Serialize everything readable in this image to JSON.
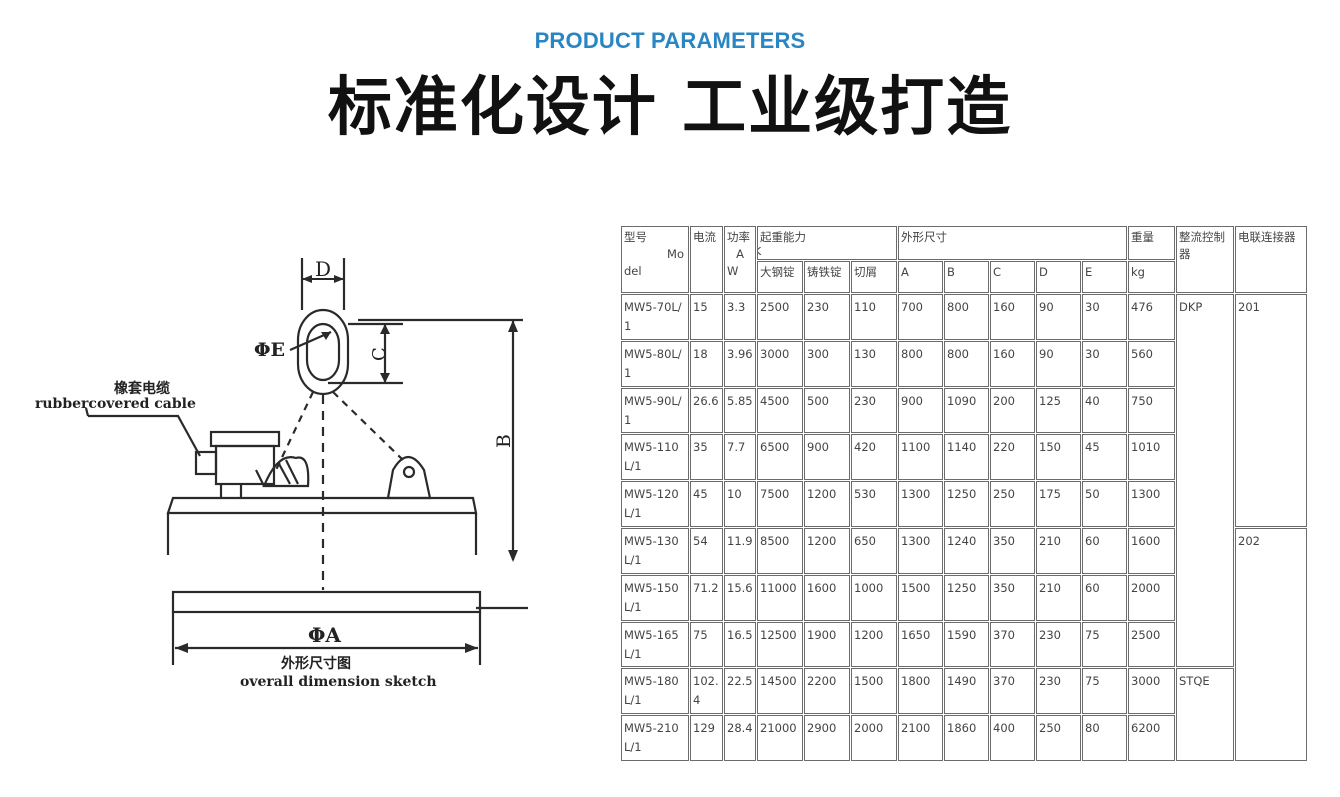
{
  "header": {
    "eyebrow": "PRODUCT PARAMETERS",
    "title": "标准化设计 工业级打造"
  },
  "sketch": {
    "label_d": "D",
    "label_phi_e": "ΦE",
    "label_c": "C",
    "label_b": "B",
    "label_phi_a": "ΦA",
    "cable_cn": "橡套电缆",
    "cable_en": "rubbercovered cable",
    "caption_cn": "外形尺寸图",
    "caption_en": "overall dimension sketch"
  },
  "table": {
    "headers": {
      "model_a": "型号",
      "model_b": "Mo",
      "model_c": "del",
      "current_a": "电流",
      "current_b": "A",
      "power_a": "功率",
      "power_b": "K",
      "power_c": "W",
      "lift": "起重能力",
      "lift_steel": "大钢锭",
      "lift_iron": "铸铁锭",
      "lift_scrap": "切屑",
      "dims": "外形尺寸",
      "dim_a": "A",
      "dim_b": "B",
      "dim_c": "C",
      "dim_d": "D",
      "dim_e": "E",
      "weight": "重量",
      "weight_unit": "kg",
      "rectifier": "整流控制器",
      "connector": "电联连接器"
    },
    "rows": [
      {
        "model": "MW5-70L/1",
        "current": "15",
        "power": "3.3",
        "steel": "2500",
        "iron": "230",
        "scrap": "110",
        "a": "700",
        "b": "800",
        "c": "160",
        "d": "90",
        "e": "30",
        "weight": "476"
      },
      {
        "model": "MW5-80L/1",
        "current": "18",
        "power": "3.96",
        "steel": "3000",
        "iron": "300",
        "scrap": "130",
        "a": "800",
        "b": "800",
        "c": "160",
        "d": "90",
        "e": "30",
        "weight": "560"
      },
      {
        "model": "MW5-90L/1",
        "current": "26.6",
        "power": "5.85",
        "steel": "4500",
        "iron": "500",
        "scrap": "230",
        "a": "900",
        "b": "1090",
        "c": "200",
        "d": "125",
        "e": "40",
        "weight": "750"
      },
      {
        "model": "MW5-110L/1",
        "current": "35",
        "power": "7.7",
        "steel": "6500",
        "iron": "900",
        "scrap": "420",
        "a": "1100",
        "b": "1140",
        "c": "220",
        "d": "150",
        "e": "45",
        "weight": "1010"
      },
      {
        "model": "MW5-120L/1",
        "current": "45",
        "power": "10",
        "steel": "7500",
        "iron": "1200",
        "scrap": "530",
        "a": "1300",
        "b": "1250",
        "c": "250",
        "d": "175",
        "e": "50",
        "weight": "1300"
      },
      {
        "model": "MW5-130L/1",
        "current": "54",
        "power": "11.9",
        "steel": "8500",
        "iron": "1200",
        "scrap": "650",
        "a": "1300",
        "b": "1240",
        "c": "350",
        "d": "210",
        "e": "60",
        "weight": "1600"
      },
      {
        "model": "MW5-150L/1",
        "current": "71.2",
        "power": "15.6",
        "steel": "11000",
        "iron": "1600",
        "scrap": "1000",
        "a": "1500",
        "b": "1250",
        "c": "350",
        "d": "210",
        "e": "60",
        "weight": "2000"
      },
      {
        "model": "MW5-165L/1",
        "current": "75",
        "power": "16.5",
        "steel": "12500",
        "iron": "1900",
        "scrap": "1200",
        "a": "1650",
        "b": "1590",
        "c": "370",
        "d": "230",
        "e": "75",
        "weight": "2500"
      },
      {
        "model": "MW5-180L/1",
        "current": "102.4",
        "power": "22.5",
        "steel": "14500",
        "iron": "2200",
        "scrap": "1500",
        "a": "1800",
        "b": "1490",
        "c": "370",
        "d": "230",
        "e": "75",
        "weight": "3000"
      },
      {
        "model": "MW5-210L/1",
        "current": "129",
        "power": "28.4",
        "steel": "21000",
        "iron": "2900",
        "scrap": "2000",
        "a": "2100",
        "b": "1860",
        "c": "400",
        "d": "250",
        "e": "80",
        "weight": "6200"
      }
    ],
    "rectifier_groups": [
      "DKP",
      "STQE"
    ],
    "connector_groups": [
      "201",
      "202"
    ]
  }
}
